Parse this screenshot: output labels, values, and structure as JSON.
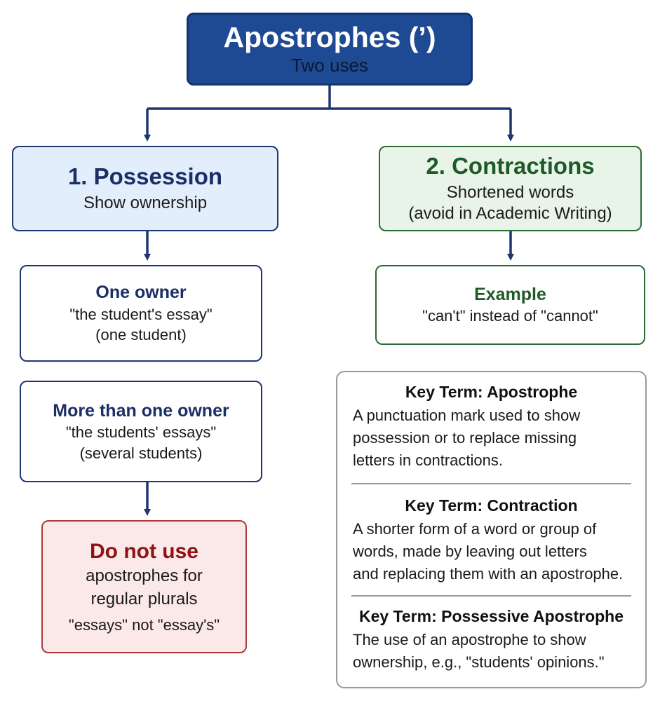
{
  "root": {
    "title": "Apostrophes (’)",
    "subtitle": "Two uses"
  },
  "possession": {
    "title": "1. Possession",
    "subtitle": "Show ownership",
    "one_owner": {
      "title": "One owner",
      "example": "\"the student's essay\"",
      "note": "(one student)"
    },
    "many_owners": {
      "title": "More than one owner",
      "example": "\"the students' essays\"",
      "note": "(several students)"
    },
    "warning": {
      "title": "Do not use",
      "line1": "apostrophes for",
      "line2": "regular plurals",
      "example": "\"essays\" not \"essay's\""
    }
  },
  "contractions": {
    "title": "2. Contractions",
    "subtitle": "Shortened words",
    "note": "(avoid in Academic Writing)",
    "example": {
      "title": "Example",
      "text": "\"can't\" instead of \"cannot\""
    }
  },
  "key_terms": [
    {
      "title": "Key Term: Apostrophe",
      "lines": [
        "A punctuation mark used to show",
        "possession or to replace missing",
        "letters in contractions."
      ]
    },
    {
      "title": "Key Term: Contraction",
      "lines": [
        "A shorter form of a word or group of",
        "words, made by leaving out letters",
        "and replacing them with an apostrophe."
      ]
    },
    {
      "title": "Key Term: Possessive Apostrophe",
      "lines": [
        "The use of an apostrophe to show",
        "ownership, e.g., \"students' opinions.\""
      ]
    }
  ],
  "colors": {
    "navy": "#1e3570",
    "root_fill": "#1e4a94",
    "possession_fill": "#e3eefc",
    "contractions_fill": "#e9f4e9",
    "green": "#2b6a33",
    "warning_fill": "#fbe8e8",
    "warning_red": "#b03a3a"
  }
}
